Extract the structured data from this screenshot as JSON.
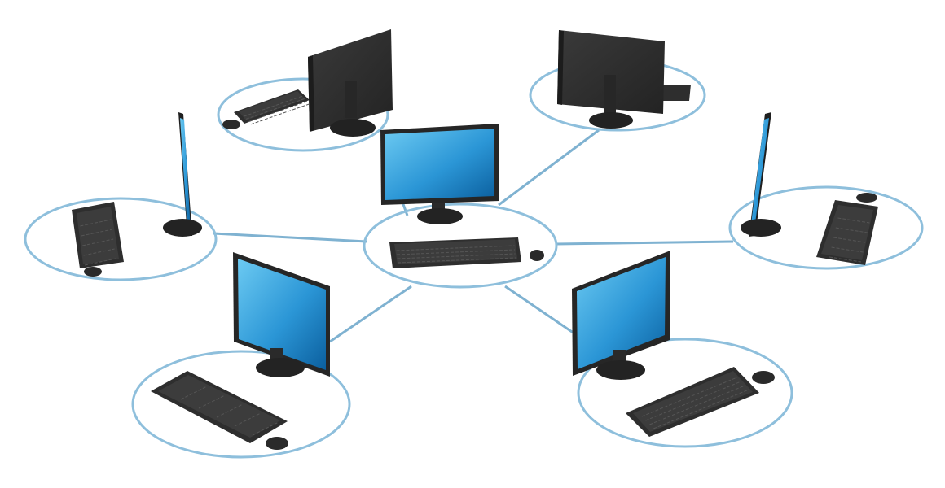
{
  "diagram": {
    "topology": "star",
    "hub": "workstation-center",
    "nodes": [
      "workstation-center",
      "workstation-top-left",
      "workstation-top-right",
      "workstation-left",
      "workstation-right",
      "workstation-bottom-left",
      "workstation-bottom-right"
    ]
  },
  "colors": {
    "background": "#ffffff",
    "link": "#7fb2d1",
    "ring": "#8ebfdc",
    "screen_light": "#5fc0ee",
    "screen_dark": "#0f72b4",
    "hardware": "#2d2d2d"
  }
}
